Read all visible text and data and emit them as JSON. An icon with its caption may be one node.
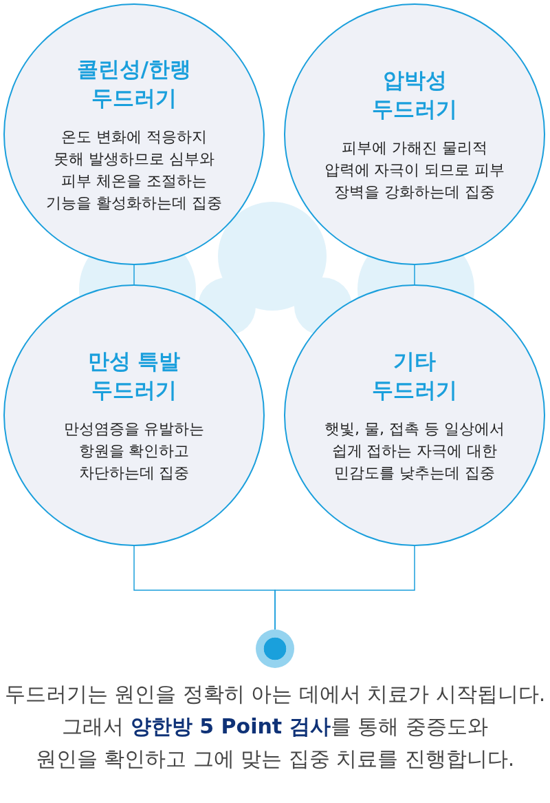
{
  "diagram": {
    "nodes": [
      {
        "text": [
          "콜린성/한랭 두드러기",
          "온도 변화에 적응하지 못해 발생하므로 심부와 피부 체온을 조절하는 기능을 활성화하는데 집중"
        ]
      },
      {
        "text": [
          "압박성 두드러기",
          "피부에 가해진 물리적 압력에 자극이 되므로 피부 장벽을 강화하는데 집중"
        ]
      },
      {
        "text": [
          "만성 특발 두드러기",
          "만성염증을 유발하는 항원을 확인하고 차단하는데 집중"
        ]
      },
      {
        "text": [
          "기타 두드러기",
          "햇빛, 물, 접촉 등 일상에서 쉽게 접하는 자극에 대한 민감도를 낮추는데 집중"
        ]
      },
      {
        "text": [],
        "shape": "circle"
      }
    ],
    "edges": [
      {
        "from": 0,
        "to": 2,
        "arrow": "none"
      },
      {
        "from": 1,
        "to": 3,
        "arrow": "none"
      },
      {
        "from": 2,
        "to": 4,
        "arrow": "none"
      },
      {
        "from": 3,
        "to": 4,
        "arrow": "none"
      }
    ],
    "labels": [
      "두드러기는 원인을 정확히 아는 데에서 치료가 시작됩니다. 그래서 **양한방 5 Point 검사**를 통해 중증도와 원인을 확인하고 그에 맞는 집중 치료를 진행합니다."
    ]
  }
}
